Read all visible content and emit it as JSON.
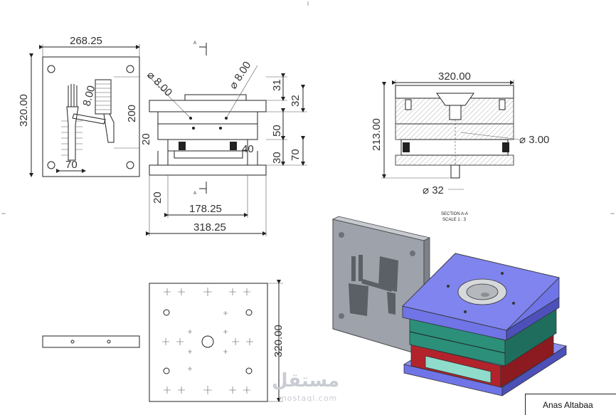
{
  "dimensions": {
    "top_width": "268.25",
    "left_height": "320.00",
    "rib_height": "200",
    "gate_dia": "8.00",
    "offset_70": "70",
    "front_hole1": "⌀ 8.00",
    "front_hole2": "⌀ 8.00",
    "front_31": "31",
    "front_32": "32",
    "front_50": "50",
    "front_70": "70",
    "front_30": "30",
    "front_40": "40",
    "front_20a": "20",
    "front_20b": "20",
    "front_178": "178.25",
    "front_318": "318.25",
    "section_width": "320.00",
    "section_height": "213.00",
    "sprue_dia": "⌀ 3.00",
    "base_dia": "⌀ 32",
    "bottom_height": "320.00"
  },
  "section": {
    "marker": "A",
    "title": "SECTION A-A",
    "scale": "SCALE 1 : 3"
  },
  "titleblock": {
    "author": "Anas Altabaa"
  },
  "watermark": {
    "text": "مستقل",
    "sub": "mostaql.com"
  },
  "colors": {
    "top_plate": "#6f74e6",
    "green_plate": "#2b8f7a",
    "red_plate": "#b3232b",
    "cavity_plate": "#9ea2aa"
  }
}
